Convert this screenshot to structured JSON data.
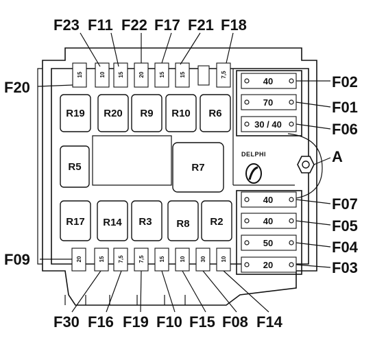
{
  "top_fuse_labels": [
    "F23",
    "F11",
    "F22",
    "F17",
    "F21",
    "F18"
  ],
  "left_labels": {
    "f20": "F20",
    "f09": "F09"
  },
  "right_labels": [
    "F02",
    "F01",
    "F06",
    "A",
    "F07",
    "F05",
    "F04",
    "F03"
  ],
  "bottom_fuse_labels": [
    "F30",
    "F16",
    "F19",
    "F10",
    "F15",
    "F08",
    "F14"
  ],
  "top_fuse_ratings": [
    "15",
    "10",
    "15",
    "20",
    "15",
    "15",
    "7,5"
  ],
  "bottom_fuse_ratings": [
    "20",
    "15",
    "7,5",
    "7,5",
    "15",
    "10",
    "30",
    "10"
  ],
  "upper_relays": [
    "R19",
    "R20",
    "R9",
    "R10",
    "R6"
  ],
  "middle_relays": [
    "R5",
    "R7"
  ],
  "lower_relays": [
    "R17",
    "R14",
    "R3",
    "R8",
    "R2"
  ],
  "maxi_fuses_upper": [
    "40",
    "70",
    "30 / 40"
  ],
  "maxi_fuses_lower": [
    "40",
    "40",
    "50",
    "20"
  ],
  "brand": "DELPHI"
}
